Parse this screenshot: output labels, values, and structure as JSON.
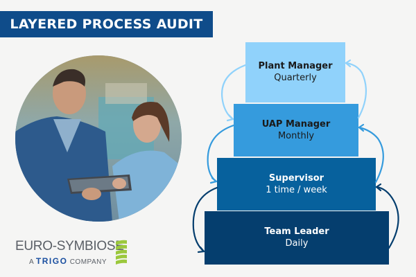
{
  "header": {
    "title": "LAYERED PROCESS AUDIT"
  },
  "photo": {
    "alt": "Two workers reviewing a tablet in a factory"
  },
  "logo": {
    "main": "EURO-SYMBIOSE",
    "prefix": "A",
    "brand": "TRIGO",
    "suffix": "COMPANY",
    "stripe_color": "#9bc83c"
  },
  "tiers": [
    {
      "role": "Plant Manager",
      "frequency": "Quarterly",
      "color": "#90d2fb"
    },
    {
      "role": "UAP Manager",
      "frequency": "Monthly",
      "color": "#359bdd"
    },
    {
      "role": "Supervisor",
      "frequency": "1 time / week",
      "color": "#07619d"
    },
    {
      "role": "Team Leader",
      "frequency": "Daily",
      "color": "#053e6e"
    }
  ],
  "colors": {
    "title_bg": "#0f4c8a",
    "background": "#f5f5f4"
  }
}
